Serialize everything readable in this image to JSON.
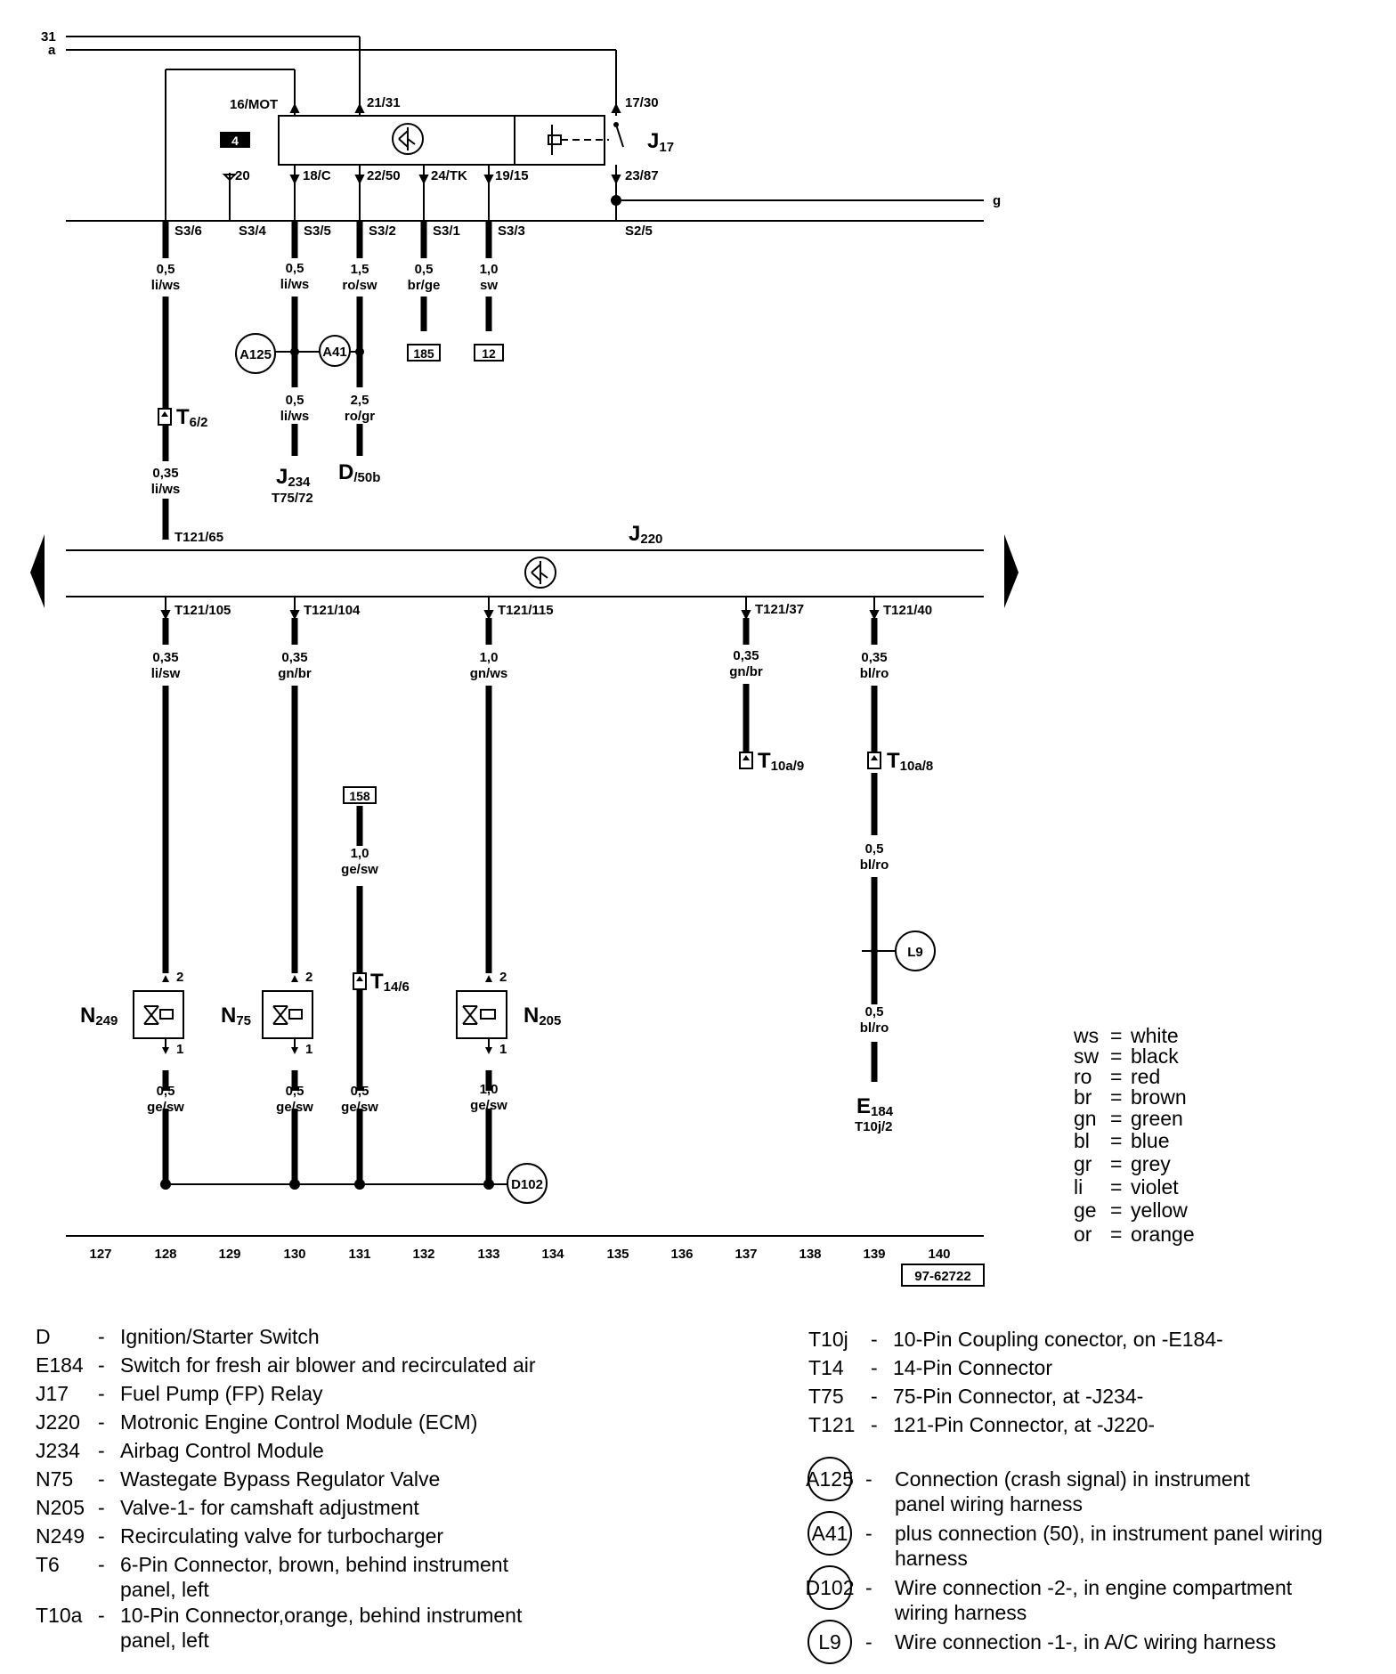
{
  "top_wires": {
    "w31": "31",
    "wa": "a",
    "g": "g"
  },
  "relay_block": {
    "box_label": "4",
    "relay_name": "J",
    "relay_sub": "17",
    "pin_16": "16/MOT",
    "pin_21": "21/31",
    "pin_17": "17/30",
    "pin_18": "18/C",
    "pin_22": "22/50",
    "pin_24": "24/TK",
    "pin_19": "19/15",
    "pin_23": "23/87",
    "pin_20": "20"
  },
  "bus_upper": [
    "S3/6",
    "S3/4",
    "S3/5",
    "S3/2",
    "S3/1",
    "S3/3",
    "S2/5"
  ],
  "wires_upper": {
    "c128a": [
      "0,5",
      "li/ws"
    ],
    "c130a": [
      "0,5",
      "li/ws"
    ],
    "c131a": [
      "1,5",
      "ro/sw"
    ],
    "c132a": [
      "0,5",
      "br/ge"
    ],
    "c133a": [
      "1,0",
      "sw"
    ],
    "c130b": [
      "0,5",
      "li/ws"
    ],
    "c131b": [
      "2,5",
      "ro/gr"
    ],
    "c128b": [
      "0,35",
      "li/ws"
    ]
  },
  "refs_upper": {
    "r185": "185",
    "r12": "12"
  },
  "connections": {
    "A125": "A125",
    "A41": "A41",
    "D102": "D102",
    "L9": "L9"
  },
  "upper_targets": {
    "t62": "T",
    "t62sub": "6/2",
    "j234": "J",
    "j234sub": "234",
    "j234pin": "T75/72",
    "d": "D",
    "dsub": "/50b"
  },
  "ecm": {
    "name": "J",
    "sub": "220",
    "pin_top": "T121/65",
    "pin_105": "T121/105",
    "pin_104": "T121/104",
    "pin_115": "T121/115",
    "pin_37": "T121/37",
    "pin_40": "T121/40"
  },
  "wires_lower": {
    "c128": [
      "0,35",
      "li/sw"
    ],
    "c130": [
      "0,35",
      "gn/br"
    ],
    "c133": [
      "1,0",
      "gn/ws"
    ],
    "c137": [
      "0,35",
      "gn/br"
    ],
    "c139a": [
      "0,35",
      "bl/ro"
    ],
    "c139b": [
      "0,5",
      "bl/ro"
    ],
    "c139c": [
      "0,5",
      "bl/ro"
    ],
    "c131": [
      "1,0",
      "ge/sw"
    ],
    "c128g": [
      "0,5",
      "ge/sw"
    ],
    "c130g": [
      "0,5",
      "ge/sw"
    ],
    "c131g": [
      "0,5",
      "ge/sw"
    ],
    "c133g": [
      "1,0",
      "ge/sw"
    ]
  },
  "lower_refs": {
    "r158": "158",
    "t10a9": "T",
    "t10a9sub": "10a/9",
    "t10a8": "T",
    "t10a8sub": "10a/8",
    "t146": "T",
    "t146sub": "14/6",
    "e184": "E",
    "e184sub": "184",
    "e184pin": "T10j/2"
  },
  "valves": {
    "n249": "N",
    "n249sub": "249",
    "n75": "N",
    "n75sub": "75",
    "n205": "N",
    "n205sub": "205",
    "pin2": "2",
    "pin1": "1"
  },
  "columns": [
    "127",
    "128",
    "129",
    "130",
    "131",
    "132",
    "133",
    "134",
    "135",
    "136",
    "137",
    "138",
    "139",
    "140"
  ],
  "drawing_number": "97-62722",
  "color_key": [
    [
      "ws",
      "white"
    ],
    [
      "sw",
      "black"
    ],
    [
      "ro",
      "red"
    ],
    [
      "br",
      "brown"
    ],
    [
      "gn",
      "green"
    ],
    [
      "bl",
      "blue"
    ],
    [
      "gr",
      "grey"
    ],
    [
      "li",
      "violet"
    ],
    [
      "ge",
      "yellow"
    ],
    [
      "or",
      "orange"
    ]
  ],
  "legend_left": [
    [
      "D",
      "Ignition/Starter Switch",
      ""
    ],
    [
      "E184",
      "Switch for fresh air blower and recirculated air",
      ""
    ],
    [
      "J17",
      "Fuel Pump (FP) Relay",
      ""
    ],
    [
      "J220",
      "Motronic Engine Control Module (ECM)",
      ""
    ],
    [
      "J234",
      "Airbag Control Module",
      ""
    ],
    [
      "N75",
      "Wastegate Bypass Regulator Valve",
      ""
    ],
    [
      "N205",
      "Valve-1- for camshaft  adjustment",
      ""
    ],
    [
      "N249",
      "Recirculating valve for turbocharger",
      ""
    ],
    [
      "T6",
      "6-Pin Connector, brown, behind instrument",
      "panel, left"
    ],
    [
      "T10a",
      "10-Pin Connector,orange, behind instrument",
      "panel, left"
    ]
  ],
  "legend_right": [
    [
      "T10j",
      "10-Pin Coupling conector, on -E184-"
    ],
    [
      "T14",
      "14-Pin Connector"
    ],
    [
      "T75",
      "75-Pin Connector, at -J234-"
    ],
    [
      "T121",
      "121-Pin Connector, at -J220-"
    ]
  ],
  "legend_circles": [
    [
      "A125",
      "Connection (crash signal) in instrument",
      "panel wiring harness"
    ],
    [
      "A41",
      "plus connection (50), in instrument panel wiring",
      "harness"
    ],
    [
      "D102",
      "Wire connection -2-, in engine compartment",
      "wiring harness"
    ],
    [
      "L9",
      "Wire connection -1-, in A/C  wiring harness",
      ""
    ]
  ],
  "dash": "-"
}
